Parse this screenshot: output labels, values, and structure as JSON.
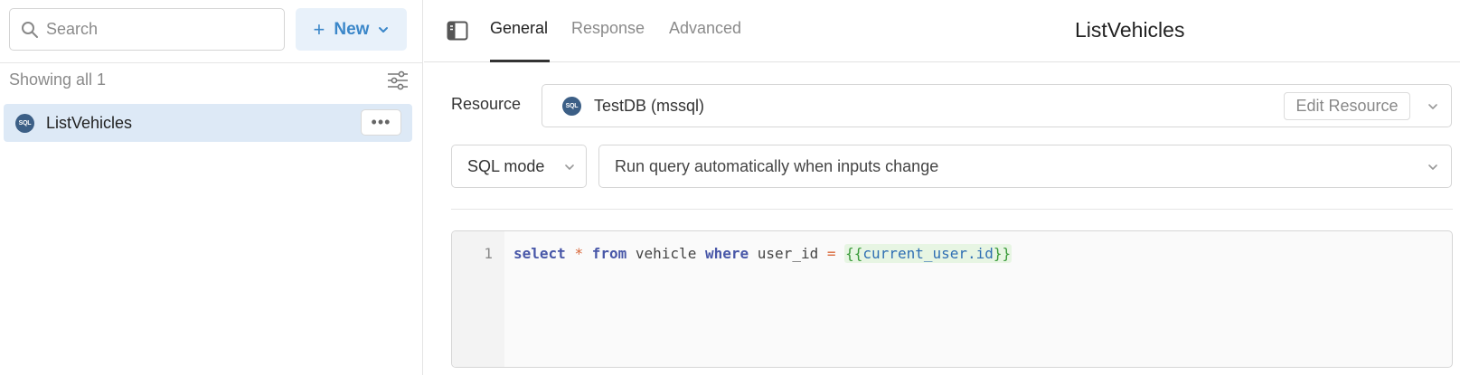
{
  "sidebar": {
    "search_placeholder": "Search",
    "new_plus": "+",
    "new_label": "New",
    "showing_label": "Showing all 1",
    "items": [
      {
        "badge": "SQL",
        "name": "ListVehicles",
        "more": "•••"
      }
    ]
  },
  "tabs": [
    {
      "label": "General",
      "active": true
    },
    {
      "label": "Response",
      "active": false
    },
    {
      "label": "Advanced",
      "active": false
    }
  ],
  "query_title": "ListVehicles",
  "resource": {
    "label": "Resource",
    "badge": "SQL",
    "name": "TestDB (mssql)",
    "edit_label": "Edit Resource"
  },
  "mode": {
    "sql_mode": "SQL mode",
    "run_mode": "Run query automatically when inputs change"
  },
  "editor": {
    "line_number": "1",
    "tokens": {
      "kw_select": "select",
      "star": "*",
      "kw_from": "from",
      "table": "vehicle",
      "kw_where": "where",
      "column": "user_id",
      "eq": "=",
      "tpl_open": "{{",
      "tpl_var": "current_user.id",
      "tpl_close": "}}"
    }
  },
  "colors": {
    "accent": "#3b87c9",
    "selected_row": "#dde9f6",
    "sql_badge": "#3c5f86"
  }
}
